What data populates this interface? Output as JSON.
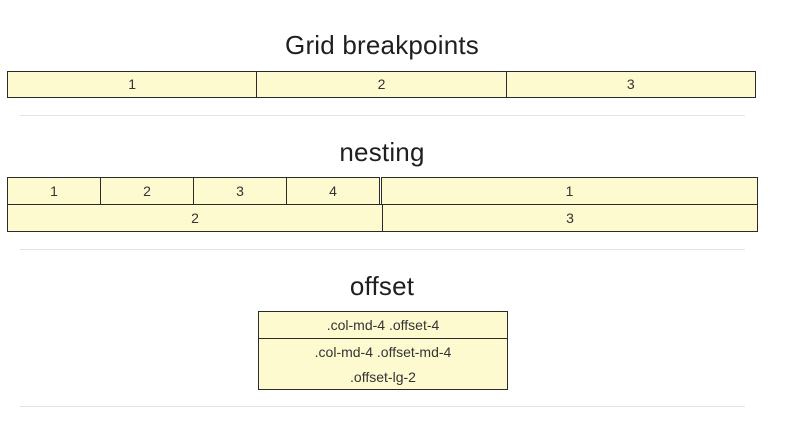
{
  "sections": {
    "breakpoints": {
      "title": "Grid breakpoints",
      "cells": [
        "1",
        "2",
        "3"
      ]
    },
    "nesting": {
      "title": "nesting",
      "inner_cells": [
        "1",
        "2",
        "3",
        "4"
      ],
      "row1_right": "1",
      "row2_left": "2",
      "row2_right": "3"
    },
    "offset": {
      "title": "offset",
      "box1": ".col-md-4 .offset-4",
      "box2_line1": ".col-md-4 .offset-md-4",
      "box2_line2": ".offset-lg-2"
    }
  },
  "colors": {
    "cell_background": "#fdfad0",
    "cell_border": "#2b2b2b",
    "divider": "#e3e3e3"
  }
}
